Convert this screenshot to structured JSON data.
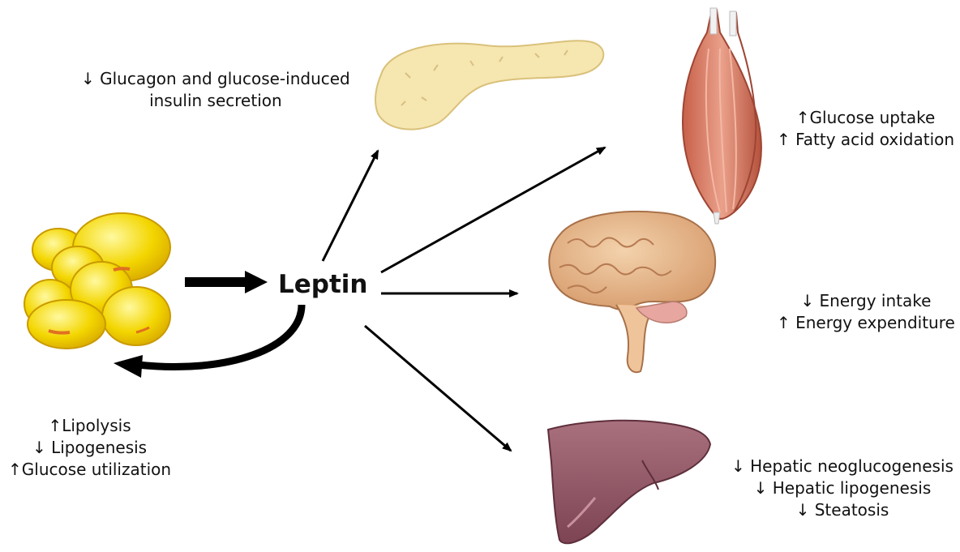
{
  "center": {
    "label": "Leptin"
  },
  "effects": {
    "pancreas": [
      "↓ Glucagon and glucose-induced",
      "insulin secretion"
    ],
    "muscle": [
      "↑Glucose uptake",
      "↑ Fatty acid oxidation"
    ],
    "brain": [
      "↓ Energy intake",
      "↑ Energy expenditure"
    ],
    "liver": [
      "↓ Hepatic neoglucogenesis",
      "↓ Hepatic lipogenesis",
      "↓ Steatosis"
    ],
    "adipose": [
      "↑Lipolysis",
      "↓ Lipogenesis",
      "↑Glucose utilization"
    ]
  },
  "colors": {
    "fat": "#f3d600",
    "pancreas": "#f6e6b0",
    "muscle": "#d9826b",
    "brain": "#e6b98f",
    "liver": "#9a5f6e",
    "arrow": "#000000"
  }
}
